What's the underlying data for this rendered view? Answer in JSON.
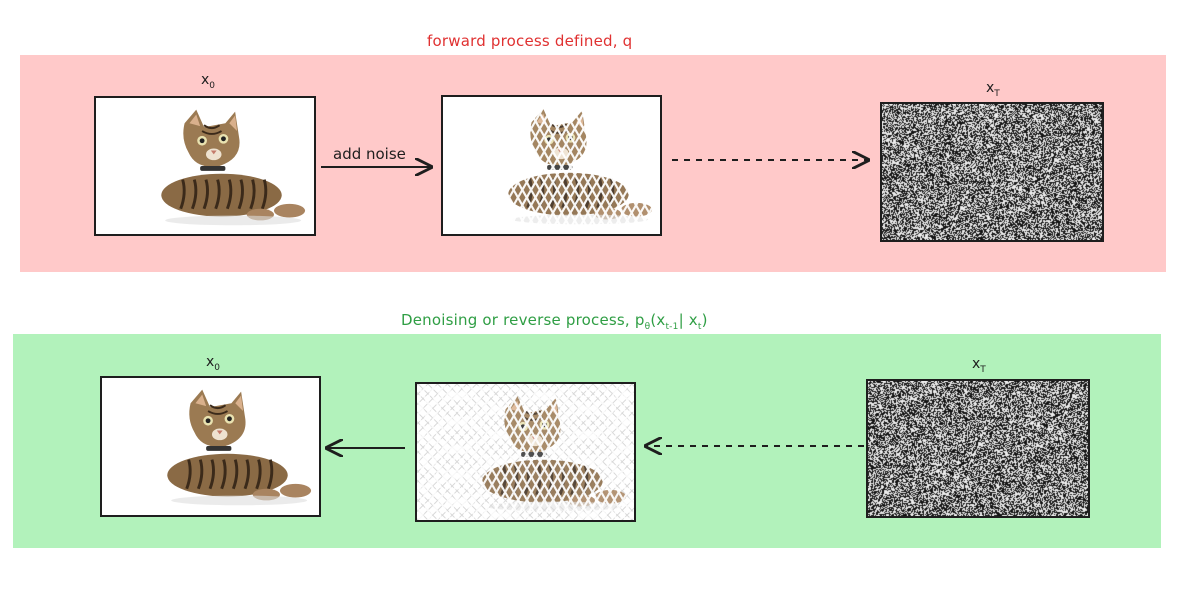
{
  "forward": {
    "title": "forward process defined, q",
    "bg_color": "#ffc9c9",
    "title_color": "#e03131",
    "label_x0": "x",
    "label_x0_sub": "0",
    "label_xt": "x",
    "label_xt_sub": "T",
    "arrow_label": "add noise"
  },
  "reverse": {
    "title_main": "Denoising or reverse process, ",
    "title_p": "p",
    "title_theta": "θ",
    "title_open": "(x",
    "title_sub1": "t-1",
    "title_bar": "| x",
    "title_sub2": "t",
    "title_close": ")",
    "bg_color": "#b2f2bb",
    "title_color": "#2f9e44",
    "label_x0": "x",
    "label_x0_sub": "0",
    "label_xt": "x",
    "label_xt_sub": "T"
  },
  "images": {
    "clean": "cat-image",
    "partial": "noised-cat-image",
    "noise": "pure-noise-image"
  }
}
